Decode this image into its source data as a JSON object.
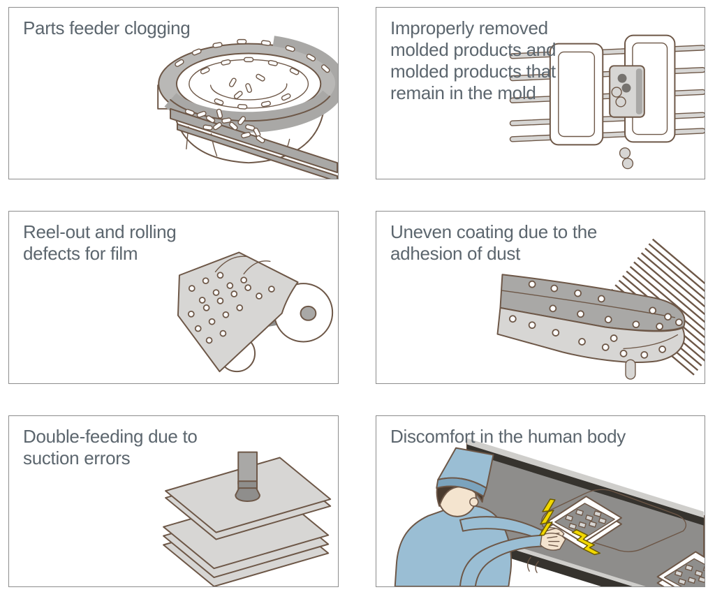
{
  "page": {
    "background": "#ffffff",
    "grid": "2 columns x 3 rows of captioned illustration panels"
  },
  "style": {
    "outline": "#6d5747",
    "fill_light": "#d7d6d4",
    "fill_mid": "#a9a8a6",
    "fill_dark": "#8f8e8c",
    "caption": "#5c666e",
    "panel_border": "#8c8c8c",
    "worker_blue": "#9abed4",
    "worker_blue_dark": "#7ba3bd",
    "skin": "#f4e4cf",
    "hair": "#493a2e",
    "spark_yellow": "#f2d800",
    "rail_dark": "#36332e",
    "belt_gray": "#8e8d8b",
    "rail_light": "#cfcecb"
  },
  "panels": [
    {
      "caption": "Parts feeder clogging",
      "illustration": "vibratory-bowl-parts-feeder-with-clogged-parts"
    },
    {
      "caption": "Improperly removed\nmolded products and\nmolded products that\nremain in the mold",
      "illustration": "injection-mold-platens-with-molded-products"
    },
    {
      "caption": "Reel-out and rolling\ndefects for film",
      "illustration": "film-roll-and-sheet-with-dust-specks"
    },
    {
      "caption": "Uneven coating due to the\nadhesion of dust",
      "illustration": "coating-flow-with-dust-specks"
    },
    {
      "caption": "Double-feeding due to\nsuction errors",
      "illustration": "vacuum-pad-lifting-two-sheets-over-stack"
    },
    {
      "caption": "Discomfort in the human body",
      "illustration": "worker-shocked-by-static-at-conveyor-tray"
    }
  ]
}
